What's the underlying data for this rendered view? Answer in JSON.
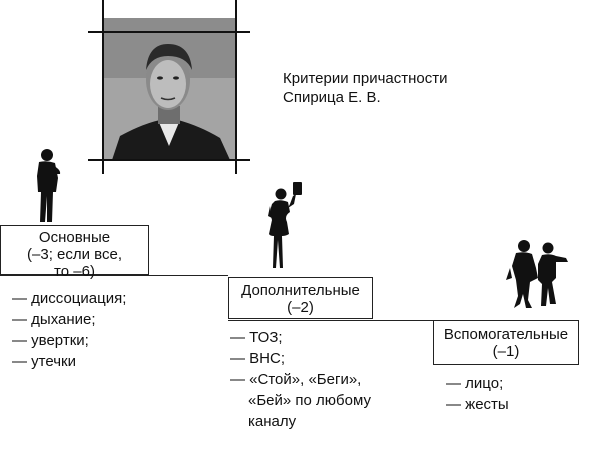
{
  "title": {
    "line1": "Критерии причастности",
    "line2": "Спирица Е. В."
  },
  "portrait": {
    "alt_icon": "person-photo"
  },
  "levels": [
    {
      "box_lines": [
        "Основные",
        "(–3; если все,",
        "то –6)"
      ],
      "items": [
        "— диссоциация;",
        "— дыхание;",
        "— увертки;",
        "— утечки"
      ]
    },
    {
      "box_lines": [
        "Дополнительные",
        "(–2)"
      ],
      "items": [
        "— ТОЗ;",
        "— ВНС;",
        "— «Стой», «Беги»,",
        "«Бей» по любому",
        "каналу"
      ]
    },
    {
      "box_lines": [
        "Вспомогательные",
        "(–1)"
      ],
      "items": [
        "— лицо;",
        "— жесты"
      ]
    }
  ],
  "colors": {
    "ink": "#111111",
    "photo_bg": "#9b9b9b"
  }
}
